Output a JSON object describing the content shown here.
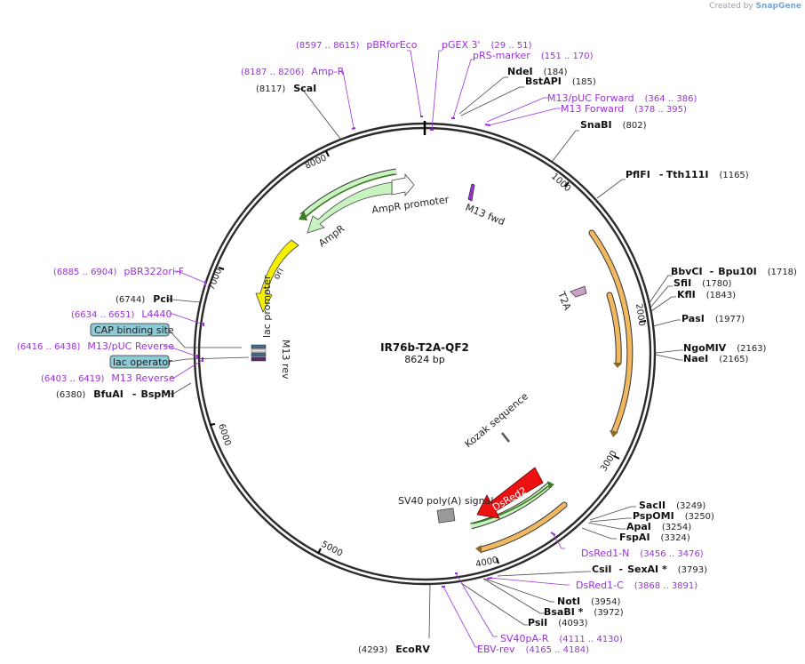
{
  "branding": {
    "prefix": "Created by",
    "name": "SnapGene"
  },
  "plasmid": {
    "name": "IR76b-T2A-QF2",
    "size_label": "8624 bp",
    "length": 8624
  },
  "colors": {
    "primer": "#9b30d9",
    "enzyme": "#111111",
    "orange": "#f0b860",
    "green": "#c8f2c0",
    "red": "#ee1111",
    "yellow": "#f4f000"
  },
  "enzymes": [
    {
      "name": "NdeI",
      "pos": "(184)",
      "site": 184
    },
    {
      "name": "BstAPI",
      "pos": "(185)",
      "site": 185
    },
    {
      "name": "SnaBI",
      "pos": "(802)",
      "site": 802
    },
    {
      "name": "PflFI",
      "name2": "Tth111I",
      "pos": "(1165)",
      "site": 1165
    },
    {
      "name": "BbvCI",
      "name2": "Bpu10I",
      "pos": "(1718)",
      "site": 1718
    },
    {
      "name": "SfiI",
      "pos": "(1780)",
      "site": 1780
    },
    {
      "name": "KflI",
      "pos": "(1843)",
      "site": 1843
    },
    {
      "name": "PasI",
      "pos": "(1977)",
      "site": 1977
    },
    {
      "name": "NgoMIV",
      "pos": "(2163)",
      "site": 2163
    },
    {
      "name": "NaeI",
      "pos": "(2165)",
      "site": 2165
    },
    {
      "name": "SacII",
      "pos": "(3249)",
      "site": 3249
    },
    {
      "name": "PspOMI",
      "pos": "(3250)",
      "site": 3250
    },
    {
      "name": "ApaI",
      "pos": "(3254)",
      "site": 3254
    },
    {
      "name": "FspAI",
      "pos": "(3324)",
      "site": 3324
    },
    {
      "name": "CsiI",
      "name2": "SexAI *",
      "pos": "(3793)",
      "site": 3793
    },
    {
      "name": "NotI",
      "pos": "(3954)",
      "site": 3954
    },
    {
      "name": "BsaBI *",
      "pos": "(3972)",
      "site": 3972
    },
    {
      "name": "PsiI",
      "pos": "(4093)",
      "site": 4093
    },
    {
      "name": "EcoRV",
      "pos": "(4293)",
      "site": 4293
    },
    {
      "name": "BfuAI",
      "name2": "BspMI",
      "pos": "(6380)",
      "site": 6380
    },
    {
      "name": "PciI",
      "pos": "(6744)",
      "site": 6744
    },
    {
      "name": "ScaI",
      "pos": "(8117)",
      "site": 8117
    }
  ],
  "primers": [
    {
      "name": "pGEX 3'",
      "pos": "(29 .. 51)",
      "site": 40
    },
    {
      "name": "pRS-marker",
      "pos": "(151 .. 170)",
      "site": 160
    },
    {
      "name": "M13/pUC Forward",
      "pos": "(364 .. 386)",
      "site": 375
    },
    {
      "name": "M13 Forward",
      "pos": "(378 .. 395)",
      "site": 386
    },
    {
      "name": "DsRed1-N",
      "pos": "(3456 .. 3476)",
      "site": 3466
    },
    {
      "name": "DsRed1-C",
      "pos": "(3868 .. 3891)",
      "site": 3880
    },
    {
      "name": "SV40pA-R",
      "pos": "(4111 .. 4130)",
      "site": 4120
    },
    {
      "name": "EBV-rev",
      "pos": "(4165 .. 4184)",
      "site": 4175
    },
    {
      "name": "M13 Reverse",
      "pos": "(6403 .. 6419)",
      "site": 6411
    },
    {
      "name": "M13/pUC Reverse",
      "pos": "(6416 .. 6438)",
      "site": 6427
    },
    {
      "name": "L4440",
      "pos": "(6634 .. 6651)",
      "site": 6642
    },
    {
      "name": "pBR322ori-F",
      "pos": "(6885 .. 6904)",
      "site": 6894
    },
    {
      "name": "Amp-R",
      "pos": "(8187 .. 8206)",
      "site": 8196
    },
    {
      "name": "pBRforEco",
      "pos": "(8597 .. 8615)",
      "site": 8606
    }
  ],
  "boxed_features": [
    {
      "name": "CAP binding site"
    },
    {
      "name": "lac operator"
    }
  ],
  "features": {
    "m13fwd": "M13 fwd",
    "t2a": "T2A",
    "kozak": "Kozak sequence",
    "sv40": "SV40 poly(A) signal",
    "dsred2": "DsRed2",
    "ampr_promoter": "AmpR promoter",
    "ampr": "AmpR",
    "ori": "ori",
    "lac_promoter": "lac promoter",
    "m13rev": "M13 rev"
  },
  "ticks": [
    "1000",
    "2000",
    "3000",
    "4000",
    "5000",
    "6000",
    "7000",
    "8000"
  ]
}
